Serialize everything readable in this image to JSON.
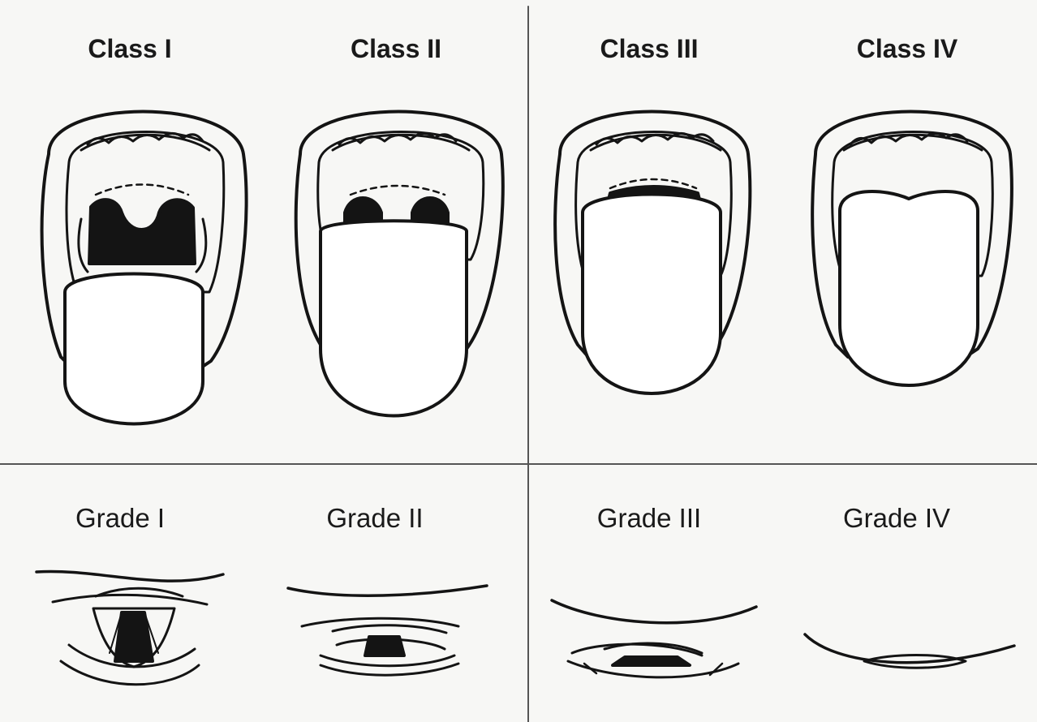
{
  "classes": [
    {
      "label": "Class I"
    },
    {
      "label": "Class II"
    },
    {
      "label": "Class III"
    },
    {
      "label": "Class IV"
    }
  ],
  "grades": [
    {
      "label": "Grade I"
    },
    {
      "label": "Grade II"
    },
    {
      "label": "Grade III"
    },
    {
      "label": "Grade IV"
    }
  ],
  "colors": {
    "ink": "#141414",
    "background": "#f7f7f5",
    "divider": "#555555"
  }
}
